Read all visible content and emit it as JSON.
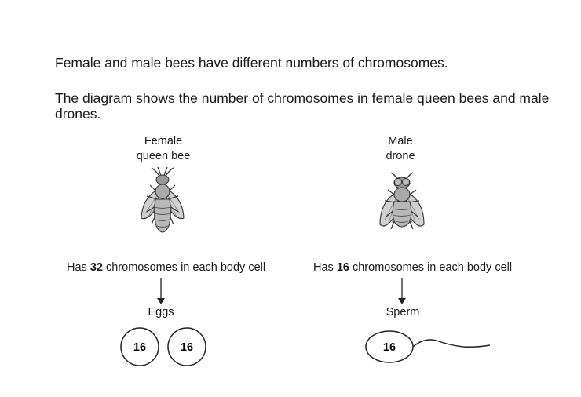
{
  "intro": {
    "line1": "Female and male bees have different numbers of chromosomes.",
    "line2": "The diagram shows the number of chromosomes in female queen bees and male drones."
  },
  "female": {
    "label_line1": "Female",
    "label_line2": "queen bee",
    "info_prefix": "Has ",
    "info_number": "32",
    "info_suffix": " chromosomes in each body cell",
    "gamete_label": "Eggs",
    "gamete_values": [
      "16",
      "16"
    ],
    "icon": "queen-bee-icon"
  },
  "male": {
    "label_line1": "Male",
    "label_line2": "drone",
    "info_prefix": "Has ",
    "info_number": "16",
    "info_suffix": " chromosomes in each body cell",
    "gamete_label": "Sperm",
    "gamete_values": [
      "16"
    ],
    "icon": "drone-bee-icon"
  },
  "colors": {
    "stroke": "#222222",
    "bee_body": "#aaaaaa",
    "bee_dark": "#666666"
  }
}
